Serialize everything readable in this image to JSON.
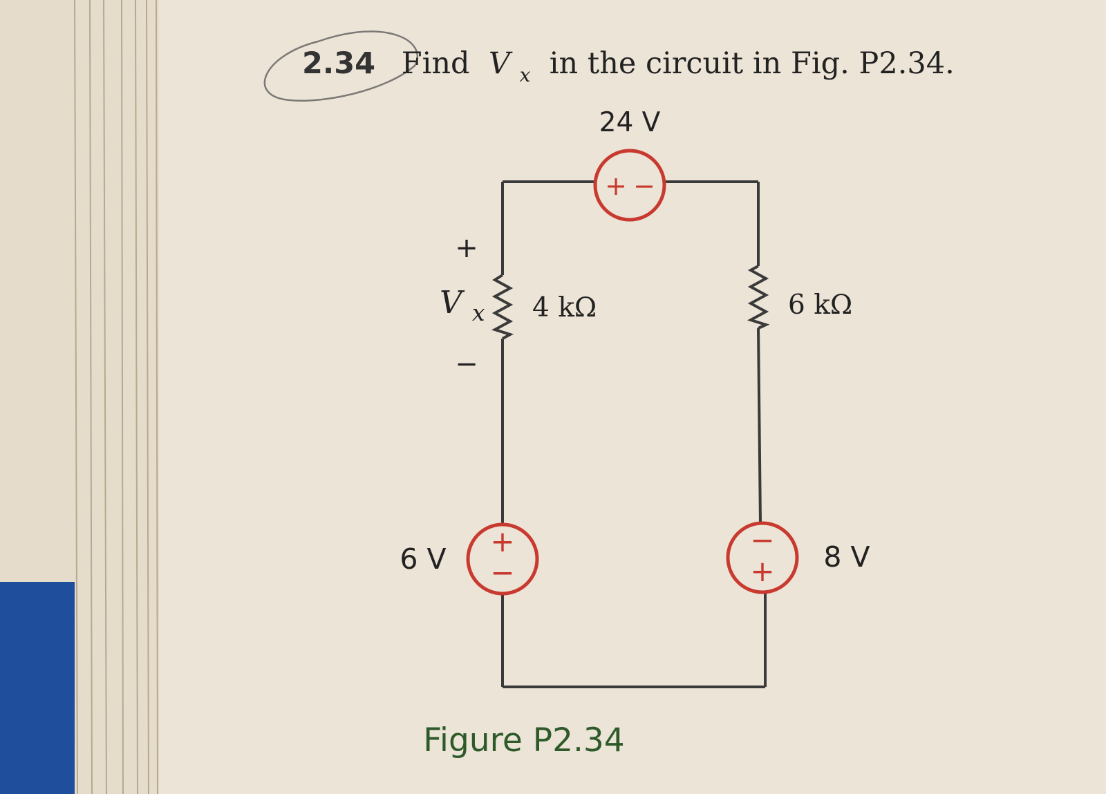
{
  "problem": {
    "number": "2.34",
    "text_before_symbol": "Find ",
    "variable_main": "V",
    "variable_sub": "x",
    "text_after_symbol": " in the circuit in Fig. P2.34."
  },
  "circuit": {
    "top_source": {
      "label": "24 V",
      "polarity": [
        "+",
        "−"
      ]
    },
    "left_resistor": {
      "label": "4 kΩ"
    },
    "right_resistor": {
      "label": "6 kΩ"
    },
    "left_source": {
      "label": "6 V",
      "top_sign": "+",
      "bottom_sign": "−"
    },
    "right_source": {
      "label": "8 V",
      "top_sign": "−",
      "bottom_sign": "+"
    },
    "vx_marker": {
      "plus": "+",
      "minus": "−",
      "main": "V",
      "sub": "x"
    }
  },
  "figure_caption": "Figure P2.34",
  "colors": {
    "paper": "#ece4d6",
    "wire": "#3a3a3a",
    "source_circle": "#c8392f",
    "caption": "#2e5a2a",
    "text": "#222222",
    "binding_blue": "#1f4f9c",
    "pencil": "#555555"
  }
}
